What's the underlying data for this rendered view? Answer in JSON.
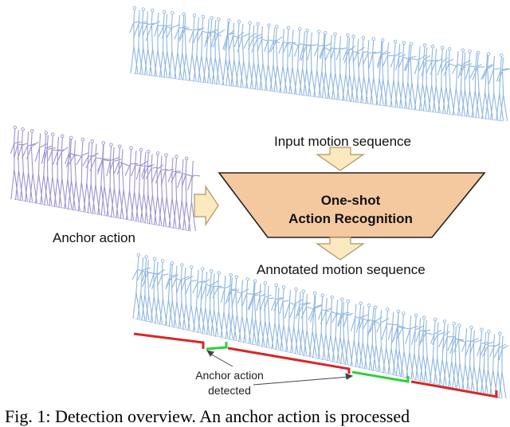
{
  "labels": {
    "input_sequence": "Input motion sequence",
    "anchor_action": "Anchor action",
    "annotated_sequence": "Annotated motion sequence",
    "recognition_line1": "One-shot",
    "recognition_line2": "Action Recognition",
    "detected_line1": "Anchor action",
    "detected_line2": "detected"
  },
  "caption": "Fig. 1: Detection overview. An anchor action is processed",
  "colors": {
    "input_skeleton": "#8fb6e0",
    "anchor_skeleton": "#9e92d0",
    "recognition_fill": "#f5c9a0",
    "recognition_stroke": "#222222",
    "arrow_fill": "#fbe9bf",
    "arrow_stroke": "#a89868",
    "segment_red": "#d62828",
    "segment_green": "#2fcf3a"
  },
  "icons": {
    "input_sequence_figure": "skeleton-sequence-icon",
    "anchor_figure": "skeleton-sequence-icon",
    "annotated_sequence_figure": "skeleton-sequence-icon"
  }
}
